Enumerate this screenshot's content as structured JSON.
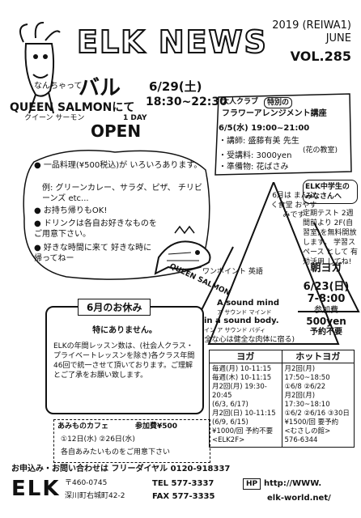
{
  "header": {
    "masthead": "ELK NEWS",
    "year": "2019 (REIWA1)",
    "month": "JUNE",
    "volume": "VOL.285"
  },
  "bal_event": {
    "prefix": "なんちゃって",
    "title": "バル",
    "venue": "QUEEN SALMONにて",
    "venue_reading": "クイーン サーモン",
    "one_day": "1 DAY",
    "open": "OPEN",
    "date": "6/29(土)",
    "time": "18:30~22:30"
  },
  "flower_class": {
    "badge1": "大人クラブ",
    "badge2": "特別の",
    "title": "フラワーアレンジメント講座",
    "datetime": "6/5(水) 19:00~21:00",
    "teacher": "・講師: 盛藤有美 先生",
    "teacher_note": "(花の教室)",
    "fee": "・受講料: 3000yen",
    "bring": "・準備物: 花ばさみ"
  },
  "menu_list": [
    "一品料理(¥500税込)が いろいろあります。",
    "例: グリーンカレー、サラダ、ピザ、 チリビーンズ etc...",
    "お持ち帰りもOK!",
    "ドリンクは各自お好きなものを ご用意下さい。",
    "好きな時間に来て 好きな時に帰ってねー"
  ],
  "salmon_label": "QUEEN SALMON",
  "shokudo_note": "6月は まんぷく食堂 おやすみです",
  "students_notice": {
    "title": "ELK中学生の みなさんへ",
    "body": "定期テスト 2週間前より 2F(自習室)を無料開放 します。 学習スペース として 有効活用 してね!"
  },
  "one_point": {
    "label": "ワンポイント 英語",
    "phrase1": "A sound mind",
    "phrase1_reading": "ア サウンド マインド",
    "phrase2": "in a sound body.",
    "phrase2_reading": "イン ア サウンド バディ",
    "meaning": "(健全な心は健全な肉体に宿る)"
  },
  "morning_yoga": {
    "title": "朝ヨガ",
    "date": "6/23(日)",
    "time": "7-8:00",
    "fee_label": "参加費",
    "fee": "500yen",
    "note": "予約不要"
  },
  "holiday": {
    "title": "6月のお休み",
    "none": "特にありません。",
    "body": "ELKの年間レッスン数は、(社会人クラス・プライベートレッスンを除き)各クラス年間46回で統一させて頂いております。ご理解とご了承をお願い致します。"
  },
  "amimono": {
    "title": "あみものカフェ",
    "fee": "参加費¥500",
    "dates": "①12日(水) ②26日(水)",
    "note": "各自あみたいものをご用意下さい"
  },
  "schedule": {
    "yoga_head": "ヨガ",
    "hot_head": "ホットヨガ",
    "yoga_rows": [
      "毎週(月) 10-11:15",
      "毎週(木) 10-11:15",
      "月2回(月) 19:30-20:45",
      "(6/3, 6/17)",
      "月2回(日) 10-11:15",
      "(6/9, 6/15)",
      "¥1000/回 予約不要",
      "<ELK2F>"
    ],
    "hot_rows": [
      "月2回(月)",
      "17:50~18:50",
      "①6/8 ②6/22",
      "月2回(月)",
      "17:30~18:10",
      "①6/2 ②6/16 ③30日",
      "¥1500/回 要予約",
      "<むさしの館>",
      "576-6344"
    ]
  },
  "footer": {
    "contact": "お申込み・お問い合わせは フリーダイヤル 0120-918337",
    "logo": "ELK",
    "postal": "〒460-0745",
    "address": "深川町右城町42-2",
    "tel": "TEL 577-3337",
    "fax": "FAX 577-3335",
    "hp_label": "HP",
    "url1": "http://WWW.",
    "url2": "elk-world.net/"
  }
}
